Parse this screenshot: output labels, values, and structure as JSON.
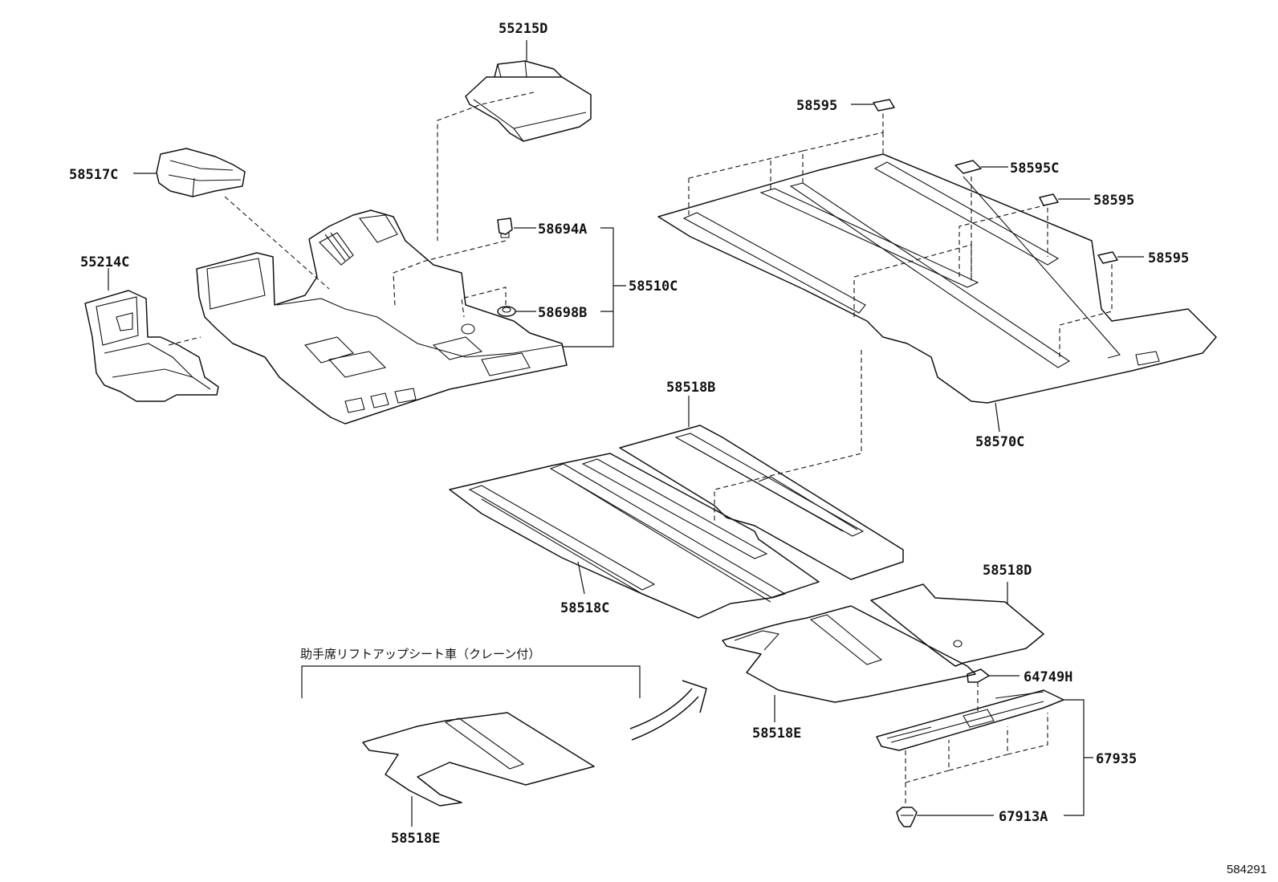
{
  "parts": {
    "p55215D": "55215D",
    "p58517C": "58517C",
    "p55214C": "55214C",
    "p58694A": "58694A",
    "p58698B": "58698B",
    "p58510C": "58510C",
    "p58595_top": "58595",
    "p58595C": "58595C",
    "p58595_mid": "58595",
    "p58595_right": "58595",
    "p58570C": "58570C",
    "p58518B": "58518B",
    "p58518C": "58518C",
    "p58518D": "58518D",
    "p58518E_main": "58518E",
    "p58518E_alt": "58518E",
    "p64749H": "64749H",
    "p67935": "67935",
    "p67913A": "67913A"
  },
  "note": "助手席リフトアップシート車（クレーン付）",
  "diagram_ref": "584291"
}
